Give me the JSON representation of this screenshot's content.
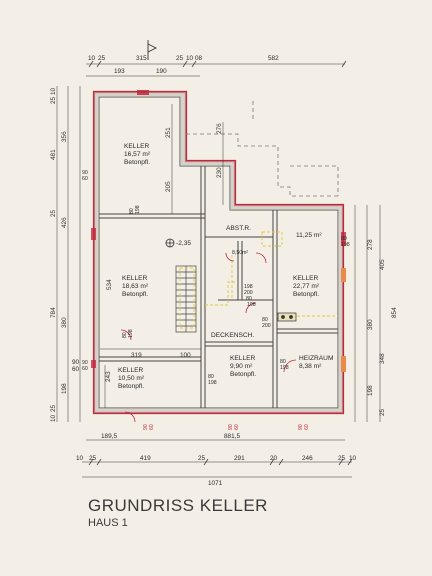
{
  "title": "GRUNDRISS KELLER",
  "subtitle": "HAUS 1",
  "rooms": {
    "keller1": {
      "name": "KELLER",
      "area": "16,57 m²",
      "floor": "Betonpfl."
    },
    "keller2": {
      "name": "KELLER",
      "area": "18,63 m²",
      "floor": "Betonpfl."
    },
    "keller3": {
      "name": "KELLER",
      "area": "10,50 m²",
      "floor": "Betonpfl."
    },
    "keller4": {
      "name": "KELLER",
      "area": "9,90 m²",
      "floor": "Betonpfl."
    },
    "keller5": {
      "name": "KELLER",
      "area": "22,77 m²",
      "floor": "Betonpfl."
    },
    "heizraum": {
      "name": "HEIZRAUM",
      "area": "8,38 m²"
    },
    "abstr": {
      "name": "ABST.R."
    },
    "deckensch": {
      "name": "DECKENSCH."
    },
    "area_1125": "11,25 m²",
    "area_850": "8,50m²"
  },
  "level": "-2,35",
  "dims": {
    "top_row1": [
      "10",
      "25",
      "315",
      "25",
      "10",
      "08"
    ],
    "top_row1_right": "582",
    "top_row2": [
      "193",
      "190"
    ],
    "bottom_row1": [
      "189,5",
      "881,5"
    ],
    "bottom_row2": [
      "10",
      "25",
      "419",
      "25",
      "291",
      "20",
      "246",
      "25",
      "10"
    ],
    "bottom_total": "1071",
    "left_outer": [
      "25",
      "10",
      "356",
      "481",
      "25",
      "426",
      "784",
      "380",
      "90",
      "60",
      "198",
      "10",
      "25"
    ],
    "right_outer": [
      "278",
      "405",
      "854",
      "380",
      "348",
      "198",
      "25"
    ],
    "inner": [
      "251",
      "205",
      "276",
      "230",
      "534",
      "319",
      "100",
      "243",
      "90",
      "60",
      "80",
      "198",
      "200",
      "80",
      "198",
      "80",
      "198",
      "80",
      "198",
      "60",
      "90",
      "80",
      "198",
      "80",
      "200",
      "80",
      "198"
    ]
  }
}
